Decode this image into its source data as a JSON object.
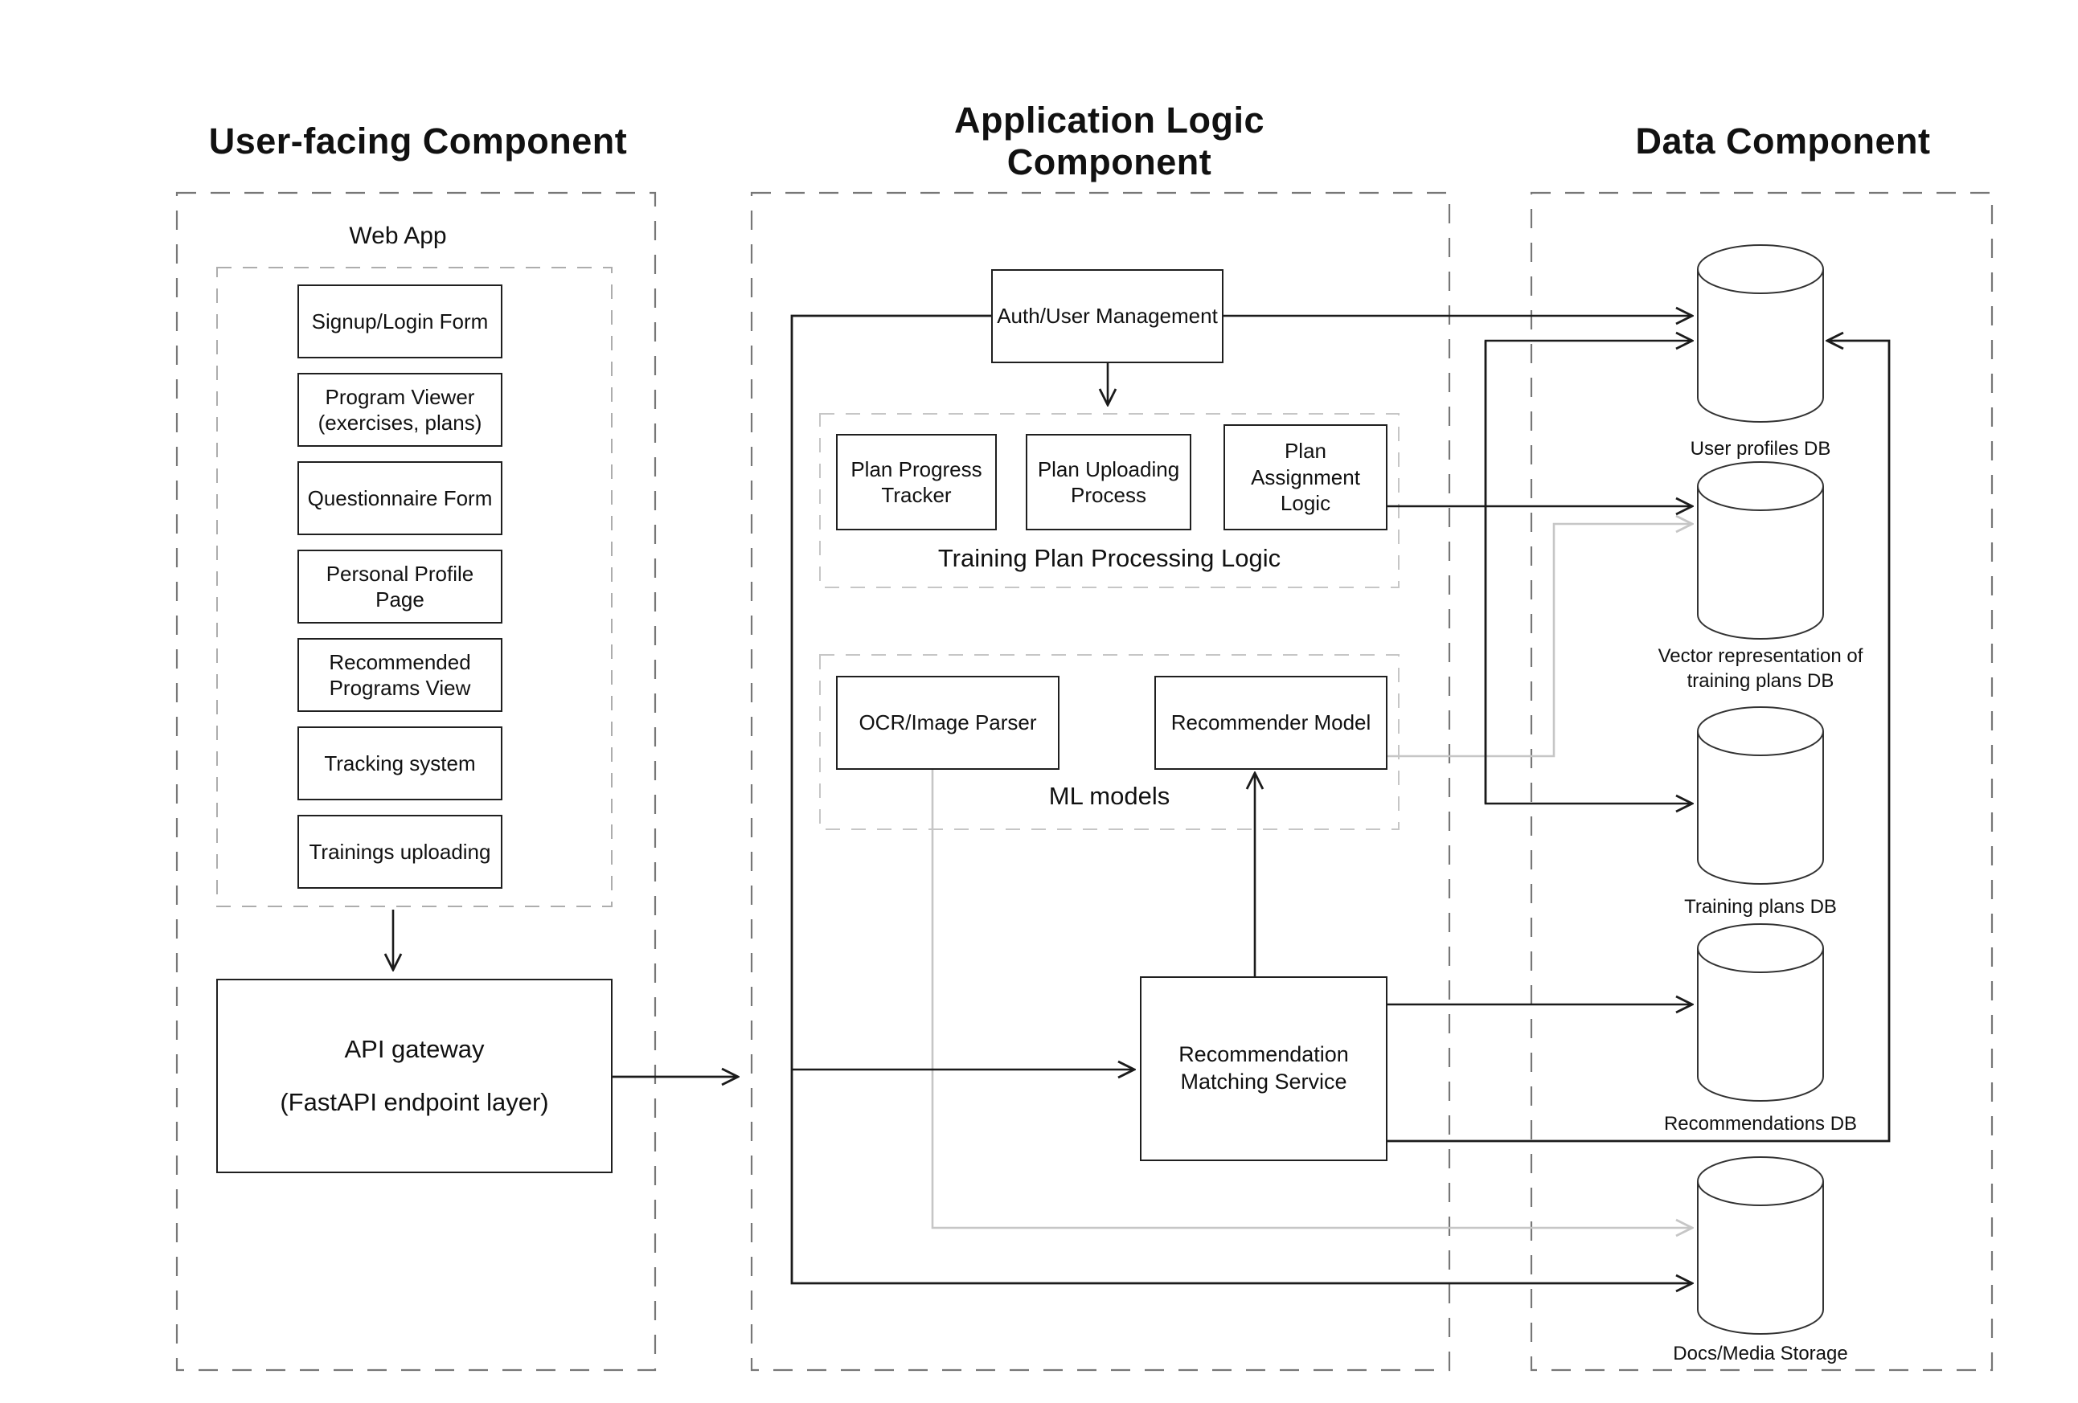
{
  "user_facing": {
    "title": "User-facing Component",
    "web_app": {
      "label": "Web App",
      "boxes": [
        "Signup/Login Form",
        "Program Viewer\n(exercises, plans)",
        "Questionnaire Form",
        "Personal Profile Page",
        "Recommended\nPrograms View",
        "Tracking system",
        "Trainings uploading"
      ]
    },
    "api_gateway": {
      "line1": "API gateway",
      "line2": "(FastAPI endpoint layer)"
    }
  },
  "application_logic": {
    "title": "Application Logic Component",
    "auth_label": "Auth/User Management",
    "tppl": {
      "label": "Training Plan Processing Logic",
      "boxes": [
        "Plan Progress\nTracker",
        "Plan Uploading\nProcess",
        "Plan\nAssignment\nLogic"
      ]
    },
    "ml": {
      "label": "ML models",
      "boxes": [
        "OCR/Image Parser",
        "Recommender Model"
      ]
    },
    "rms_label": "Recommendation\nMatching Service"
  },
  "data_component": {
    "title": "Data  Component",
    "databases": [
      "User profiles DB",
      "Vector representation of\ntraining plans DB",
      "Training plans DB",
      "Recommendations DB",
      "Docs/Media Storage"
    ]
  },
  "edges": [
    {
      "from": "web-app",
      "to": "api-gateway",
      "style": "solid-black",
      "arrow": "end"
    },
    {
      "from": "api-gateway",
      "to": "application-logic-component",
      "style": "solid-black",
      "arrow": "end"
    },
    {
      "from": "auth-user-management",
      "to": "user-profiles-db",
      "style": "solid-black",
      "arrow": "end"
    },
    {
      "from": "auth-user-management",
      "to": "training-plan-processing-logic",
      "style": "solid-black",
      "arrow": "end"
    },
    {
      "from": "auth-user-management",
      "to": "docs-media-storage",
      "style": "solid-black",
      "arrow": "end"
    },
    {
      "from": "auth-user-management",
      "to": "recommendation-matching-service",
      "style": "solid-black",
      "arrow": "end"
    },
    {
      "from": "plan-assignment-logic",
      "to": "vector-representation-of-training-plans-db",
      "style": "solid-black",
      "arrow": "end"
    },
    {
      "from": "recommendation-matching-service",
      "to": "recommender-model",
      "style": "solid-black",
      "arrow": "end"
    },
    {
      "from": "recommendation-matching-service",
      "to": "recommendations-db",
      "style": "solid-black",
      "arrow": "end"
    },
    {
      "from": "recommendation-matching-service",
      "to": "user-profiles-db",
      "style": "solid-black",
      "arrow": "end"
    },
    {
      "from": "user-profiles-db",
      "to": "training-plans-db",
      "style": "solid-black",
      "arrow": "both-ends"
    },
    {
      "from": "recommender-model",
      "to": "vector-representation-of-training-plans-db",
      "style": "solid-gray",
      "arrow": "end"
    },
    {
      "from": "ocr-image-parser",
      "to": "docs-media-storage",
      "style": "solid-gray",
      "arrow": "end"
    }
  ],
  "colors": {
    "background": "#ffffff",
    "line_black": "#1b1b1b",
    "line_gray": "#c6c6c6",
    "box_border": "#1f1f1f",
    "dash_outer": "#777777",
    "dash_inner": "#bdbdbd",
    "text": "#111111"
  }
}
